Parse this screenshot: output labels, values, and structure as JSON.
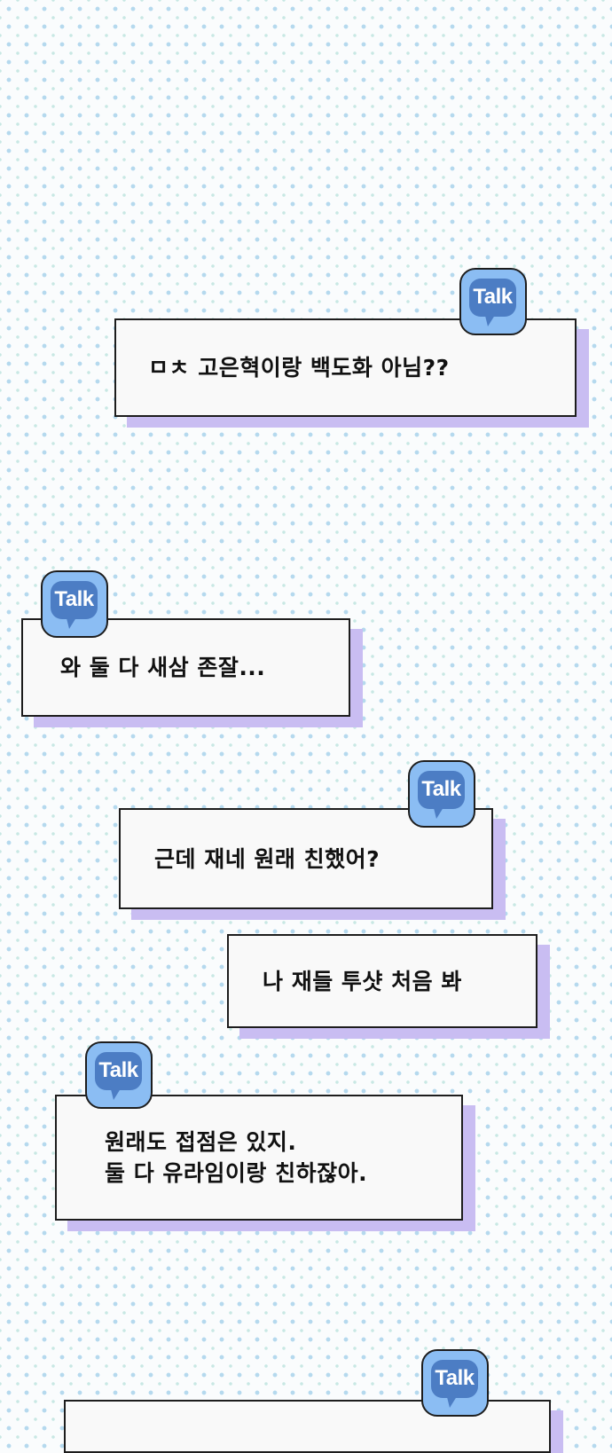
{
  "badge_label": "Talk",
  "messages": [
    {
      "text": "ㅁㅊ 고은혁이랑 백도화 아님??"
    },
    {
      "text": "와 둘 다 새삼 존잘..."
    },
    {
      "text": "근데 재네 원래 친했어?"
    },
    {
      "text": "나 재들 투샷 처음 봐"
    },
    {
      "text": "원래도 접점은 있지.\n둘 다 유라임이랑 친하잖아."
    },
    {
      "text": ""
    }
  ],
  "colors": {
    "background": "#fafcfd",
    "dot": "#b5d9ee",
    "bubble_fill": "#f9f9f9",
    "bubble_border": "#1d1d1d",
    "bubble_shadow": "#c9bdf2",
    "badge_outer": "#8bbdf3",
    "badge_inner": "#4c7dc4"
  }
}
